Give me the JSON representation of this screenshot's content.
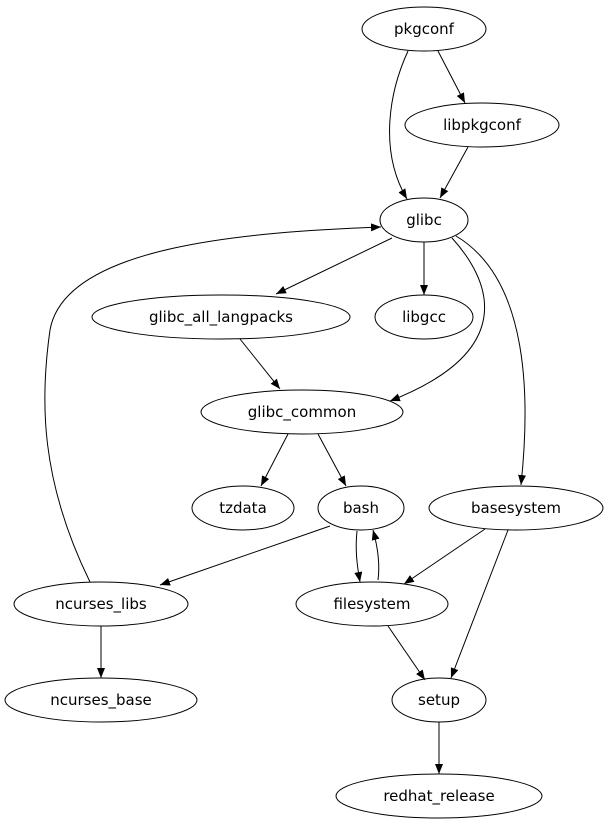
{
  "nodes": {
    "pkgconf": "pkgconf",
    "libpkgconf": "libpkgconf",
    "glibc": "glibc",
    "glibc_all_langpacks": "glibc_all_langpacks",
    "libgcc": "libgcc",
    "glibc_common": "glibc_common",
    "tzdata": "tzdata",
    "bash": "bash",
    "basesystem": "basesystem",
    "ncurses_libs": "ncurses_libs",
    "filesystem": "filesystem",
    "ncurses_base": "ncurses_base",
    "setup": "setup",
    "redhat_release": "redhat_release"
  },
  "edges": [
    [
      "pkgconf",
      "libpkgconf"
    ],
    [
      "pkgconf",
      "glibc"
    ],
    [
      "libpkgconf",
      "glibc"
    ],
    [
      "glibc",
      "glibc_all_langpacks"
    ],
    [
      "glibc",
      "libgcc"
    ],
    [
      "glibc",
      "glibc_common"
    ],
    [
      "glibc",
      "basesystem"
    ],
    [
      "glibc_all_langpacks",
      "glibc_common"
    ],
    [
      "glibc_common",
      "tzdata"
    ],
    [
      "glibc_common",
      "bash"
    ],
    [
      "bash",
      "ncurses_libs"
    ],
    [
      "bash",
      "filesystem"
    ],
    [
      "filesystem",
      "bash"
    ],
    [
      "basesystem",
      "filesystem"
    ],
    [
      "basesystem",
      "setup"
    ],
    [
      "ncurses_libs",
      "glibc"
    ],
    [
      "ncurses_libs",
      "ncurses_base"
    ],
    [
      "filesystem",
      "setup"
    ],
    [
      "setup",
      "redhat_release"
    ]
  ]
}
